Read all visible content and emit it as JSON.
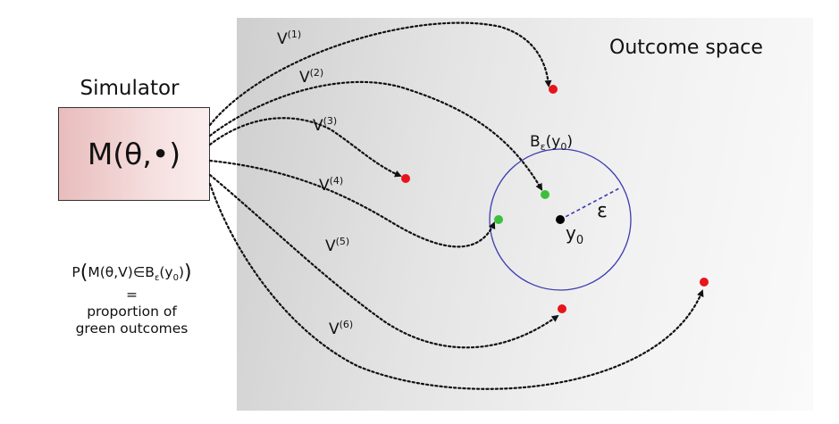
{
  "outcome_space_label": "Outcome space",
  "simulator": {
    "title": "Simulator",
    "box_label": "M(θ,•)"
  },
  "formula": {
    "p": "P",
    "inner": "M(θ,V)∈B",
    "inner_sub": "ε",
    "arg": "(y",
    "arg_sub": "0",
    "close": ")",
    "equals": "=",
    "line1": "proportion of",
    "line2": "green outcomes"
  },
  "ball": {
    "label": "B",
    "label_sub": "ε",
    "label_arg": "(y",
    "label_arg_sub": "0",
    "label_close": ")",
    "radius_label": "ε",
    "center_label": "y",
    "center_sub": "0"
  },
  "paths": [
    {
      "base": "V",
      "sup": "(1)",
      "outcome": "red"
    },
    {
      "base": "V",
      "sup": "(2)",
      "outcome": "green"
    },
    {
      "base": "V",
      "sup": "(3)",
      "outcome": "red"
    },
    {
      "base": "V",
      "sup": "(4)",
      "outcome": "green"
    },
    {
      "base": "V",
      "sup": "(5)",
      "outcome": "red"
    },
    {
      "base": "V",
      "sup": "(6)",
      "outcome": "red"
    }
  ],
  "colors": {
    "red": "#e8141b",
    "green": "#3cbf3c",
    "ball": "#3b3bb0",
    "center": "#000000"
  }
}
